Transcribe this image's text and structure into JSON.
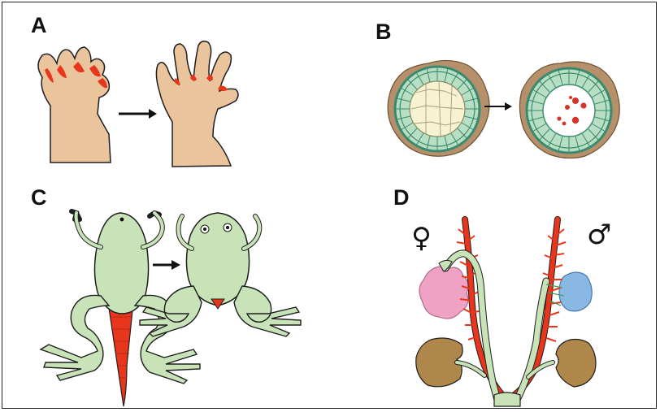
{
  "panels": {
    "a": {
      "label": "A"
    },
    "b": {
      "label": "B"
    },
    "c": {
      "label": "C"
    },
    "d": {
      "label": "D",
      "female_symbol": "♀",
      "male_symbol": "♂"
    }
  },
  "colors": {
    "skin": "#e9c49c",
    "red": "#e8361c",
    "frog_green": "#c8e3b8",
    "outline": "#1e1e1e",
    "gut_epithelium": "#b8dfc4",
    "gut_ring": "#3a8a70",
    "gut_outer": "#b5906a",
    "gut_lumen_larval": "#f6f2d2",
    "ovary": "#f0a2c4",
    "testis": "#8ab8e4",
    "kidney": "#b0874a"
  }
}
